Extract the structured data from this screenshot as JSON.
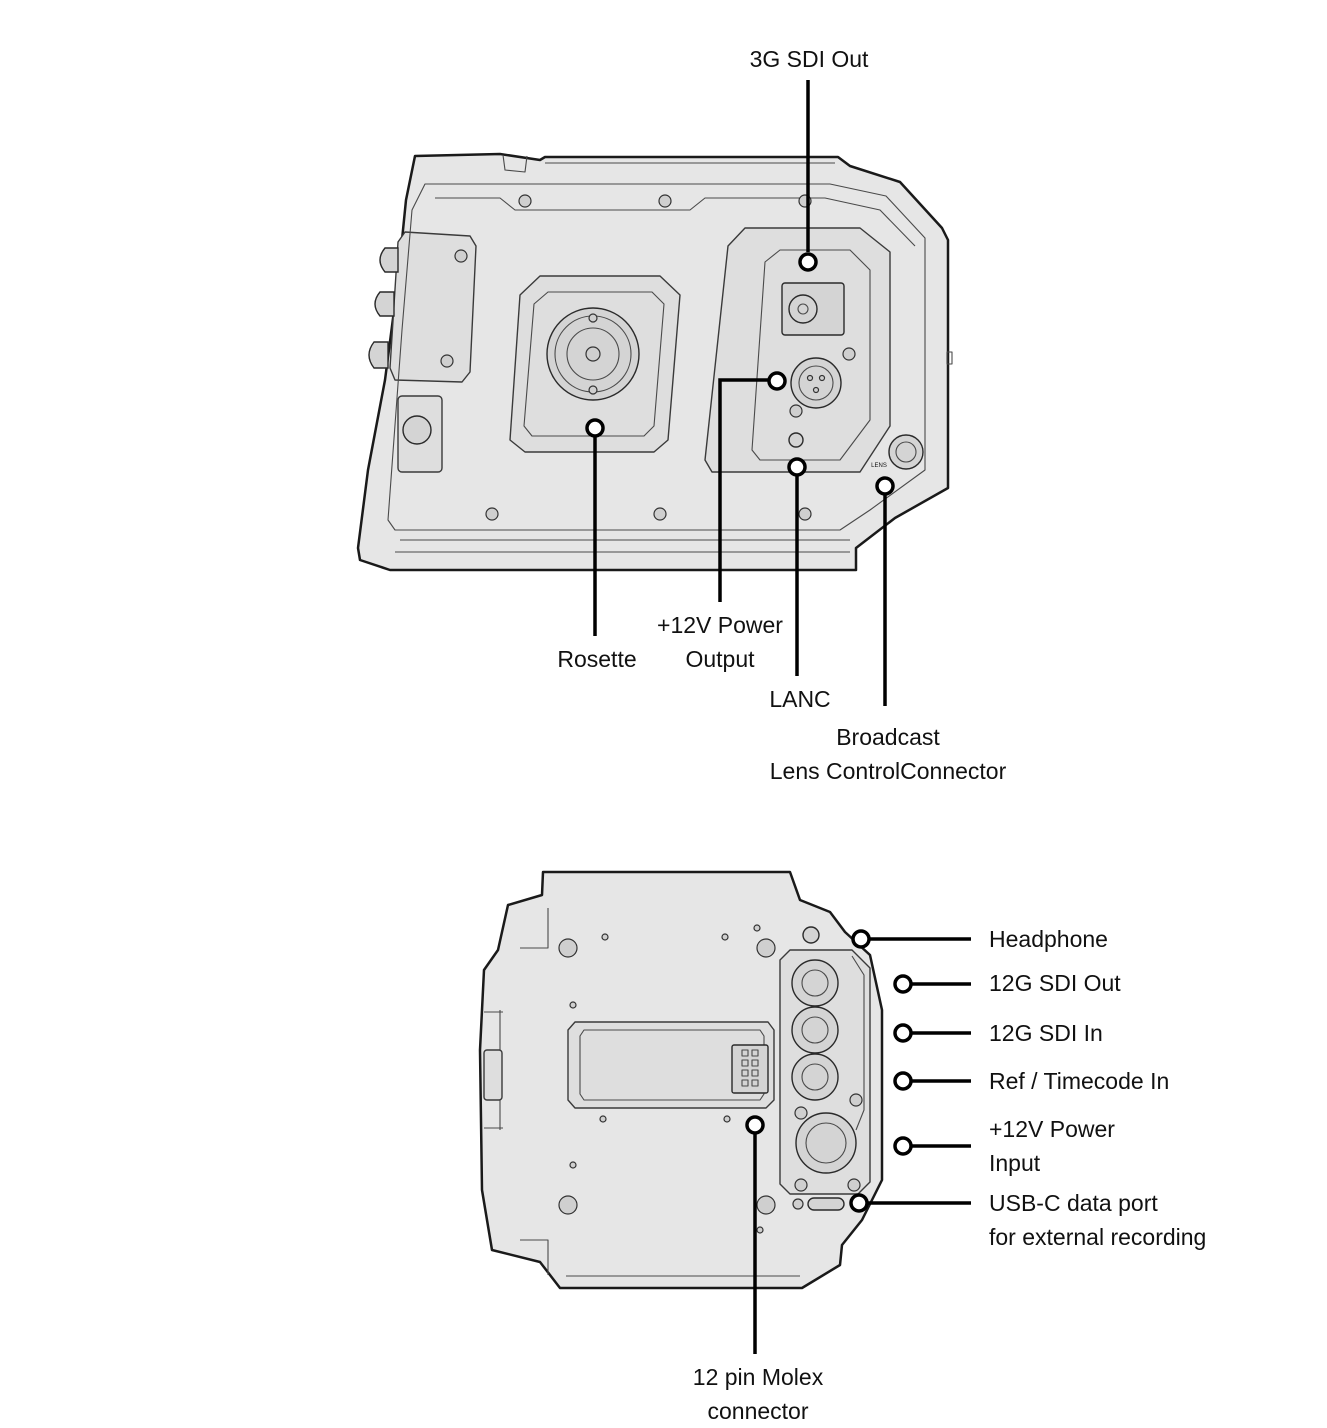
{
  "colors": {
    "body_fill": "#e6e6e6",
    "panel_fill": "#dcdcdc",
    "outline": "#1a1a1a",
    "callout": "#000000",
    "background": "#ffffff"
  },
  "side_view": {
    "callouts": {
      "sdi3g": {
        "lines": [
          "3G SDI Out"
        ]
      },
      "rosette": {
        "lines": [
          "Rosette"
        ]
      },
      "power_out": {
        "lines": [
          "+12V Power",
          "Output"
        ]
      },
      "lanc": {
        "lines": [
          "LANC"
        ]
      },
      "lens": {
        "lines": [
          "Broadcast",
          "Lens ControlConnector"
        ]
      }
    },
    "engraving": {
      "lens_text": "LENS"
    }
  },
  "rear_view": {
    "callouts": {
      "headphone": {
        "lines": [
          "Headphone"
        ]
      },
      "sdi12g_out": {
        "lines": [
          "12G SDI Out"
        ]
      },
      "sdi12g_in": {
        "lines": [
          "12G SDI In"
        ]
      },
      "ref_tc": {
        "lines": [
          "Ref / Timecode In"
        ]
      },
      "power_in": {
        "lines": [
          "+12V Power",
          "Input"
        ]
      },
      "usbc": {
        "lines": [
          "USB-C data port",
          "for external recording"
        ]
      },
      "molex": {
        "lines": [
          "12 pin Molex",
          "connector"
        ]
      }
    }
  }
}
